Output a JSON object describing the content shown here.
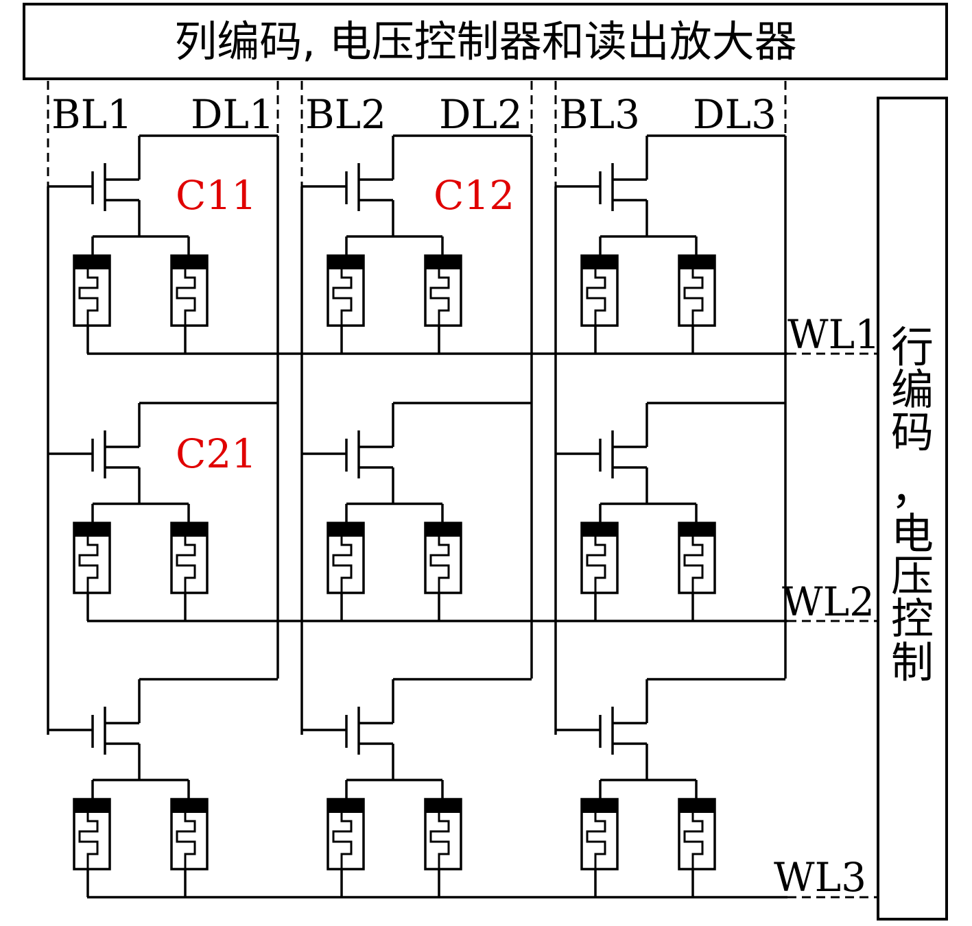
{
  "header": {
    "text": "列编码, 电压控制器和读出放大器"
  },
  "row_decoder": {
    "text": "行编码，电压控制"
  },
  "columns": [
    {
      "bl": "BL1",
      "dl": "DL1"
    },
    {
      "bl": "BL2",
      "dl": "DL2"
    },
    {
      "bl": "BL3",
      "dl": "DL3"
    }
  ],
  "wordlines": [
    "WL1",
    "WL2",
    "WL3"
  ],
  "cell_labels": {
    "c11": "C11",
    "c12": "C12",
    "c21": "C21"
  },
  "colors": {
    "line": "#000000",
    "cell_label": "#e00000"
  }
}
